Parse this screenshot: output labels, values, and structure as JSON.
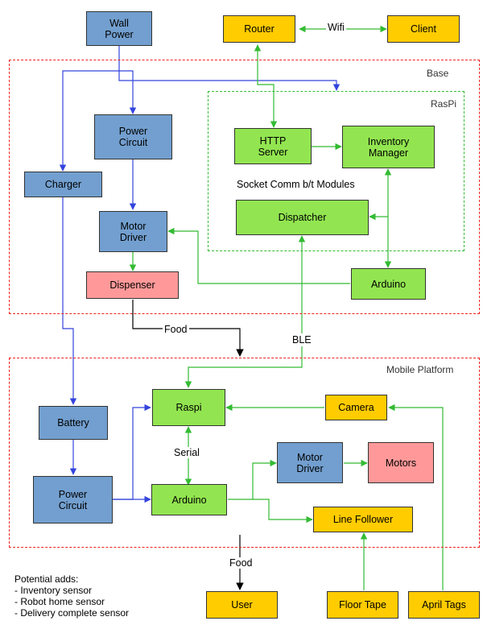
{
  "regions": {
    "base": "Base",
    "raspi": "RasPi",
    "mobile_platform": "Mobile Platform"
  },
  "nodes": {
    "wall_power": "Wall\nPower",
    "router": "Router",
    "client": "Client",
    "power_circuit_base": "Power\nCircuit",
    "http_server": "HTTP\nServer",
    "inventory_manager": "Inventory\nManager",
    "charger": "Charger",
    "motor_driver_base": "Motor\nDriver",
    "dispatcher": "Dispatcher",
    "dispenser": "Dispenser",
    "arduino_base": "Arduino",
    "raspi_mobile": "Raspi",
    "camera": "Camera",
    "battery": "Battery",
    "motor_driver_mobile": "Motor\nDriver",
    "motors": "Motors",
    "power_circuit_mobile": "Power\nCircuit",
    "arduino_mobile": "Arduino",
    "line_follower": "Line Follower",
    "user": "User",
    "floor_tape": "Floor Tape",
    "april_tags": "April Tags"
  },
  "edge_labels": {
    "wifi": "Wifi",
    "socket_comm": "Socket Comm b/t Modules",
    "food_base": "Food",
    "ble": "BLE",
    "serial": "Serial",
    "food_mobile": "Food"
  },
  "notes": {
    "heading": "Potential adds:",
    "items": [
      "- Inventory sensor",
      "- Robot home sensor",
      "- Delivery complete sensor"
    ]
  },
  "colors": {
    "blue_node": "#729fcf",
    "green_node": "#92e550",
    "yellow_node": "#ffcc00",
    "pink_node": "#ff9999",
    "blue_edge": "#3344dd",
    "green_edge": "#33bb33",
    "black_edge": "#000000",
    "red_region": "#ee2222"
  }
}
